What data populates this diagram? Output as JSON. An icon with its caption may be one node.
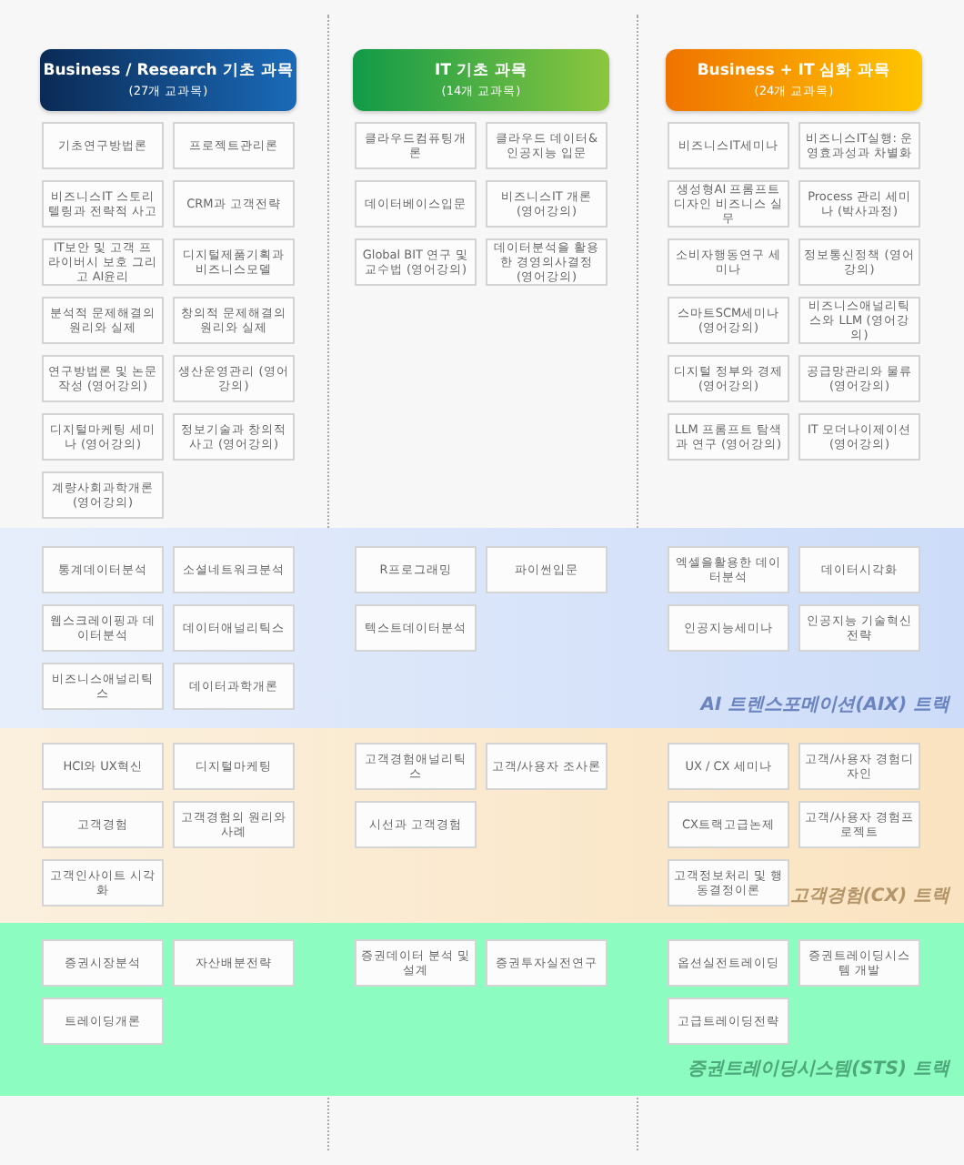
{
  "diagram": {
    "nodes": [
      {
        "text": [
          "Business / Research 기초 과목",
          "(27개 교과목)"
        ]
      },
      {
        "text": [
          "기초연구방법론"
        ]
      },
      {
        "text": [
          "프로젝트관리론"
        ]
      },
      {
        "text": [
          "비즈니스IT 스토리텔링과 전략적 사고"
        ]
      },
      {
        "text": [
          "CRM과 고객전략"
        ]
      },
      {
        "text": [
          "IT보안 및 고객 프라이버시 보호 그리고 AI윤리"
        ]
      },
      {
        "text": [
          "디지털제품기획과 비즈니스모델"
        ]
      },
      {
        "text": [
          "분석적 문제해결의 원리와 실제"
        ]
      },
      {
        "text": [
          "창의적 문제해결의 원리와 실제"
        ]
      },
      {
        "text": [
          "연구방법론 및 논문작성 (영어강의)"
        ]
      },
      {
        "text": [
          "생산운영관리 (영어강의)"
        ]
      },
      {
        "text": [
          "디지털마케팅 세미나 (영어강의)"
        ]
      },
      {
        "text": [
          "정보기술과 창의적사고 (영어강의)"
        ]
      },
      {
        "text": [
          "계량사회과학개론 (영어강의)"
        ]
      },
      {
        "text": [
          "IT 기초 과목",
          "(14개 교과목)"
        ]
      },
      {
        "text": [
          "클라우드컴퓨팅개론"
        ]
      },
      {
        "text": [
          "클라우드 데이터&인공지능 입문"
        ]
      },
      {
        "text": [
          "데이터베이스입문"
        ]
      },
      {
        "text": [
          "비즈니스IT 개론 (영어강의)"
        ]
      },
      {
        "text": [
          "Global BIT 연구 및 교수법 (영어강의)"
        ]
      },
      {
        "text": [
          "데이터분석을 활용한 경영의사결정 (영어강의)"
        ]
      },
      {
        "text": [
          "Business + IT 심화 과목",
          "(24개 교과목)"
        ]
      },
      {
        "text": [
          "비즈니스IT세미나"
        ]
      },
      {
        "text": [
          "비즈니스IT실행: 운영효과성과 차별화"
        ]
      },
      {
        "text": [
          "생성형AI 프롬프트 디자인 비즈니스 실무"
        ]
      },
      {
        "text": [
          "Process 관리 세미나 (박사과정)"
        ]
      },
      {
        "text": [
          "소비자행동연구 세미나"
        ]
      },
      {
        "text": [
          "정보통신정책 (영어강의)"
        ]
      },
      {
        "text": [
          "스마트SCM세미나 (영어강의)"
        ]
      },
      {
        "text": [
          "비즈니스애널리틱스와 LLM (영어강의)"
        ]
      },
      {
        "text": [
          "디지털 정부와 경제 (영어강의)"
        ]
      },
      {
        "text": [
          "공급망관리와 물류 (영어강의)"
        ]
      },
      {
        "text": [
          "LLM 프롬프트 탐색과 연구 (영어강의)"
        ]
      },
      {
        "text": [
          "IT 모더나이제이션 (영어강의)"
        ]
      },
      {
        "text": [
          "AI 트렌스포메이션(AIX) 트랙"
        ]
      },
      {
        "text": [
          "통계데이터분석"
        ],
        "in": 34
      },
      {
        "text": [
          "소셜네트워크분석"
        ],
        "in": 34
      },
      {
        "text": [
          "웹스크레이핑과 데이터분석"
        ],
        "in": 34
      },
      {
        "text": [
          "데이터애널리틱스"
        ],
        "in": 34
      },
      {
        "text": [
          "비즈니스애널리틱스"
        ],
        "in": 34
      },
      {
        "text": [
          "데이터과학개론"
        ],
        "in": 34
      },
      {
        "text": [
          "R프로그래밍"
        ],
        "in": 34
      },
      {
        "text": [
          "파이썬입문"
        ],
        "in": 34
      },
      {
        "text": [
          "텍스트데이터분석"
        ],
        "in": 34
      },
      {
        "text": [
          "엑셀을활용한 데이터분석"
        ],
        "in": 34
      },
      {
        "text": [
          "데이터시각화"
        ],
        "in": 34
      },
      {
        "text": [
          "인공지능세미나"
        ],
        "in": 34
      },
      {
        "text": [
          "인공지능 기술혁신전략"
        ],
        "in": 34
      },
      {
        "text": [
          "고객경험(CX) 트랙"
        ]
      },
      {
        "text": [
          "HCI와 UX혁신"
        ],
        "in": 48
      },
      {
        "text": [
          "디지털마케팅"
        ],
        "in": 48
      },
      {
        "text": [
          "고객경험"
        ],
        "in": 48
      },
      {
        "text": [
          "고객경험의 원리와 사례"
        ],
        "in": 48
      },
      {
        "text": [
          "고객인사이트 시각화"
        ],
        "in": 48
      },
      {
        "text": [
          "고객경험애널리틱스"
        ],
        "in": 48
      },
      {
        "text": [
          "고객/사용자 조사론"
        ],
        "in": 48
      },
      {
        "text": [
          "시선과 고객경험"
        ],
        "in": 48
      },
      {
        "text": [
          "UX / CX 세미나"
        ],
        "in": 48
      },
      {
        "text": [
          "고객/사용자 경험디자인"
        ],
        "in": 48
      },
      {
        "text": [
          "CX트랙고급논제"
        ],
        "in": 48
      },
      {
        "text": [
          "고객/사용자 경험프로젝트"
        ],
        "in": 48
      },
      {
        "text": [
          "고객정보처리 및 행동결정이론"
        ],
        "in": 48
      },
      {
        "text": [
          "증권트레이딩시스템(STS) 트랙"
        ]
      },
      {
        "text": [
          "증권시장분석"
        ],
        "in": 62
      },
      {
        "text": [
          "자산배분전략"
        ],
        "in": 62
      },
      {
        "text": [
          "트레이딩개론"
        ],
        "in": 62
      },
      {
        "text": [
          "증권데이터 분석 및 설계"
        ],
        "in": 62
      },
      {
        "text": [
          "증권투자실전연구"
        ],
        "in": 62
      },
      {
        "text": [
          "옵션실전트레이딩"
        ],
        "in": 62
      },
      {
        "text": [
          "증권트레이딩시스템 개발"
        ],
        "in": 62
      },
      {
        "text": [
          "고급트레이딩전략"
        ],
        "in": 62
      }
    ]
  }
}
